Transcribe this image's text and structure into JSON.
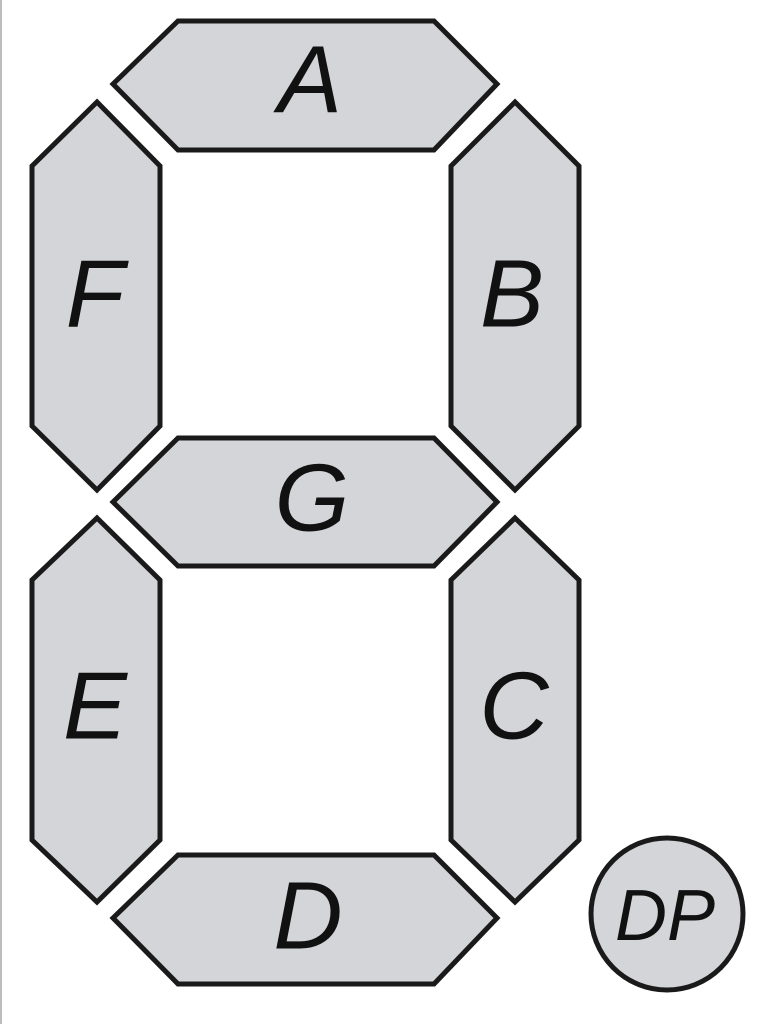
{
  "segments": {
    "a": "A",
    "b": "B",
    "c": "C",
    "d": "D",
    "e": "E",
    "f": "F",
    "g": "G",
    "dp": "DP"
  },
  "colors": {
    "segment_fill": "#d4d5d8",
    "outline": "#1a1a1a",
    "background": "#ffffff"
  }
}
